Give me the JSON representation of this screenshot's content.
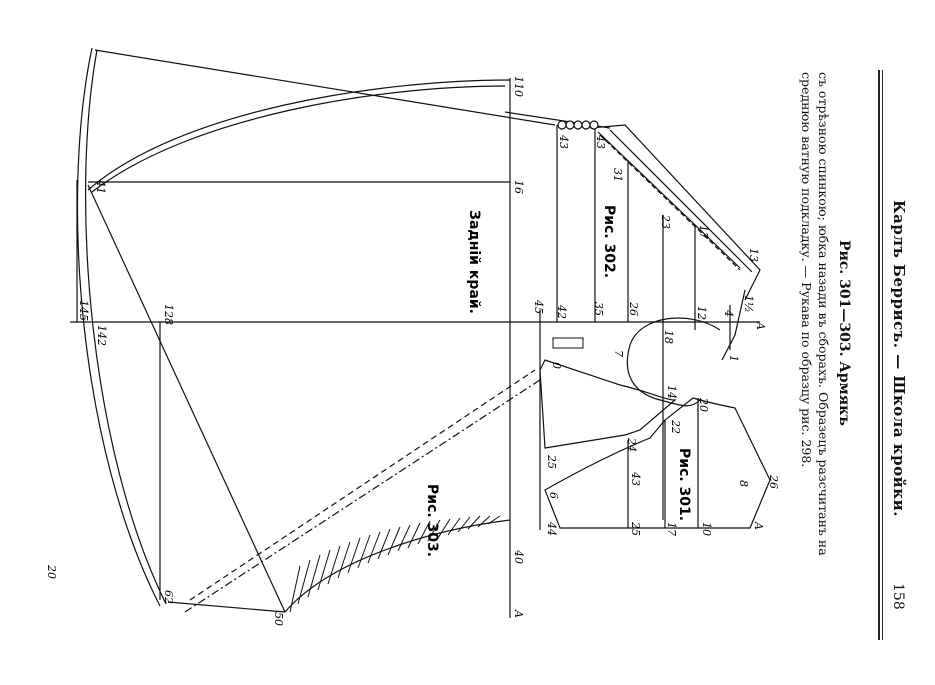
{
  "header": {
    "running_title": "Карлъ Беррисъ. — Школа кройки.",
    "page_number": "158"
  },
  "caption": {
    "title": "Рис. 301—303. Армякъ",
    "line1": "съ отрѣзною спинкою; юбка назади въ сборахъ. Образецъ разсчитанъ на",
    "line2": "среднюю ватную подкладку. — Рукава по образцу рис. 298."
  },
  "figures": {
    "fig302": "Рис. 302.",
    "fig301": "Рис. 301.",
    "fig303": "Рис. 303.",
    "back_edge": "Задній край."
  },
  "margin_number": "20",
  "labels": {
    "l110": "110",
    "l16": "16",
    "l45a": "45",
    "l42": "42",
    "l35": "35",
    "l26": "26",
    "l12": "12",
    "l4": "4",
    "lA1": "A",
    "l43a": "43",
    "l43b": "43",
    "l31": "31",
    "l23": "23",
    "l17a": "17",
    "l13": "13",
    "l1_5": "1½",
    "l1": "1",
    "l18": "18",
    "l7": "7",
    "l14": "14",
    "l0": "0",
    "l24": "24",
    "l25a": "25",
    "l22": "22",
    "l20": "20",
    "l43c": "43",
    "l6": "6",
    "l44": "44",
    "l25b": "25",
    "l17b": "17",
    "l10": "10",
    "lA2": "A",
    "l8": "8",
    "l26b": "26",
    "l41": "41",
    "l145": "145",
    "l142": "142",
    "l128": "128",
    "l40": "40",
    "lA3": "A",
    "l50": "50",
    "l62": "62"
  }
}
